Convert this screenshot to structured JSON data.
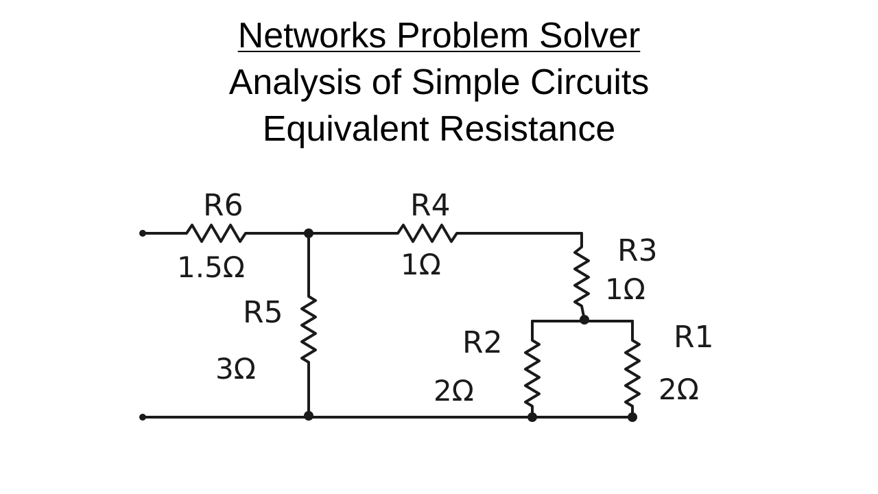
{
  "title": {
    "line1": "Networks Problem Solver",
    "line2": "Analysis of Simple Circuits",
    "line3": "Equivalent Resistance"
  },
  "resistors": {
    "r6": {
      "name": "R6",
      "value": "1.5Ω"
    },
    "r4": {
      "name": "R4",
      "value": "1Ω"
    },
    "r5": {
      "name": "R5",
      "value": "3Ω"
    },
    "r3": {
      "name": "R3",
      "value": "1Ω"
    },
    "r2": {
      "name": "R2",
      "value": "2Ω"
    },
    "r1": {
      "name": "R1",
      "value": "2Ω"
    }
  },
  "colors": {
    "ink": "#1a1a1a",
    "background": "#ffffff"
  }
}
